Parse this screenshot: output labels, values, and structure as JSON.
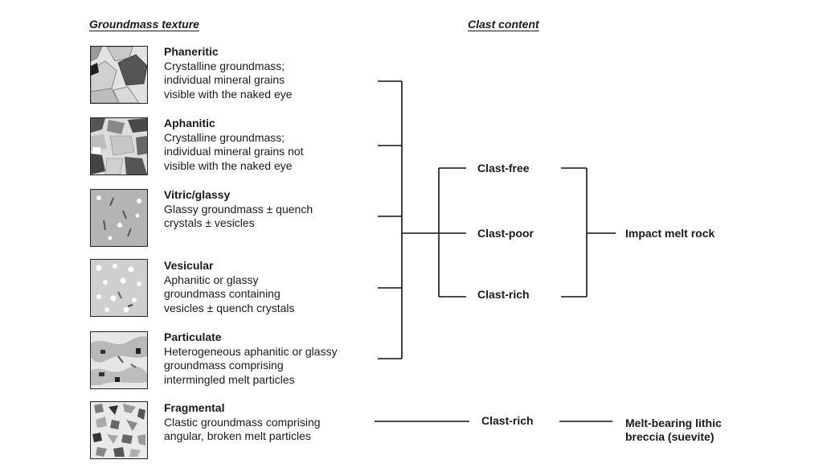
{
  "headings": {
    "groundmass": "Groundmass texture",
    "clast": "Clast content"
  },
  "textures": [
    {
      "title": "Phaneritic",
      "lines": [
        "Crystalline groundmass;",
        "individual mineral grains",
        "visible with the naked eye"
      ]
    },
    {
      "title": "Aphanitic",
      "lines": [
        "Crystalline groundmass;",
        "individual mineral grains not",
        "visible with the naked eye"
      ]
    },
    {
      "title": "Vitric/glassy",
      "lines": [
        "Glassy groundmass ± quench",
        "crystals ± vesicles"
      ]
    },
    {
      "title": "Vesicular",
      "lines": [
        "Aphanitic or glassy",
        "groundmass containing",
        "vesicles ± quench crystals"
      ]
    },
    {
      "title": "Particulate",
      "lines": [
        "Heterogeneous aphanitic or glassy",
        "groundmass comprising",
        "intermingled melt particles"
      ]
    },
    {
      "title": "Fragmental",
      "lines": [
        "Clastic groundmass comprising",
        "angular, broken melt particles"
      ]
    }
  ],
  "clast": {
    "free": "Clast-free",
    "poor": "Clast-poor",
    "rich": "Clast-rich",
    "rich_fragmental": "Clast-rich"
  },
  "results": {
    "melt_rock": "Impact melt rock",
    "breccia_line1": "Melt-bearing lithic",
    "breccia_line2": "breccia (suevite)"
  }
}
